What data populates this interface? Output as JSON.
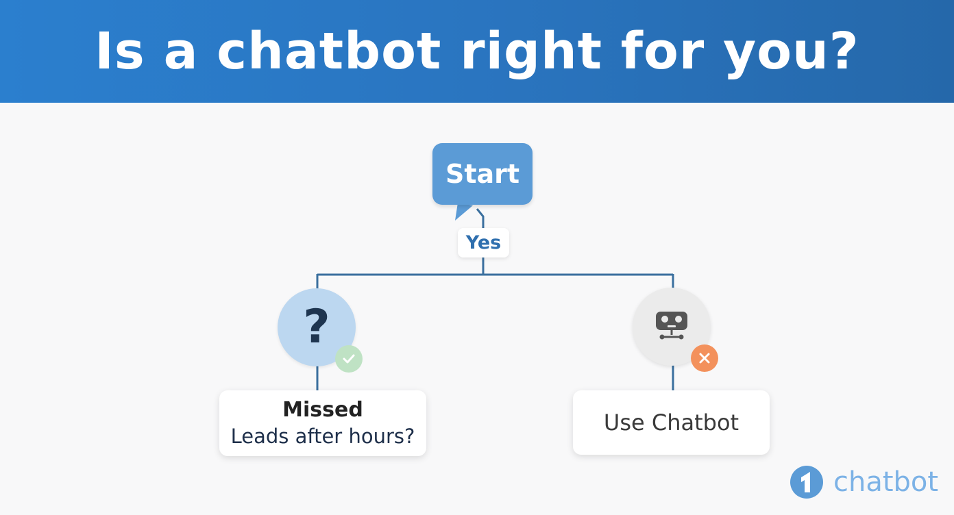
{
  "header": {
    "title": "Is a chatbot right for you?"
  },
  "flow": {
    "start_label": "Start",
    "branch_label": "Yes",
    "left": {
      "icon": "question-mark-icon",
      "icon_glyph": "?",
      "status": "check",
      "line1": "Missed",
      "line2": "Leads after hours?"
    },
    "right": {
      "icon": "robot-icon",
      "status": "cross",
      "line1": "Use Chatbot"
    }
  },
  "logo": {
    "text": "chatbot"
  },
  "colors": {
    "header_blue": "#2a75c0",
    "start_blue": "#5b9bd6",
    "connector": "#3a6f9e",
    "check_green": "#bfe2c4",
    "cross_orange": "#f3915c",
    "logo_blue": "#5b9bd6"
  }
}
